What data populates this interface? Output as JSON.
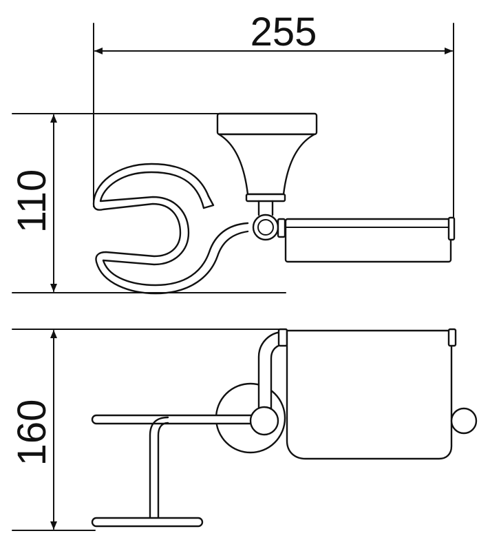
{
  "dimensions": {
    "width_label": "255",
    "top_height_label": "110",
    "bottom_height_label": "160"
  },
  "colors": {
    "line": "#111111",
    "background": "#ffffff"
  }
}
